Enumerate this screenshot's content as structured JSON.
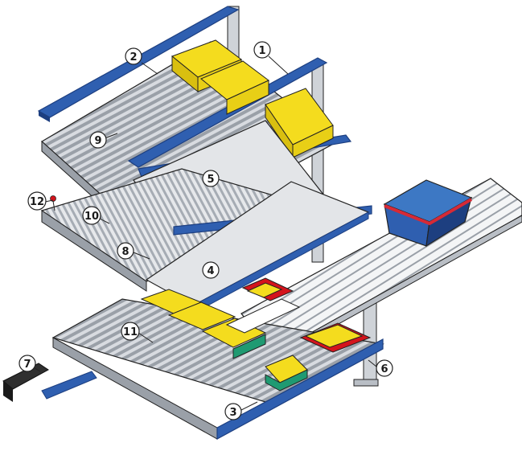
{
  "colors": {
    "frame_blue": "#2f5fb0",
    "frame_blue_dark": "#1d3f80",
    "roller_gray": "#c9cdd3",
    "panel_gray": "#e3e5e8",
    "bin_yellow": "#f4dc1e",
    "bin_green": "#1f9a72",
    "bin_red": "#d4141c",
    "crate_blue": "#3d78c4",
    "crate_red": "#d62a36",
    "outline": "#222222",
    "background": "#ffffff"
  },
  "callouts": [
    {
      "id": "callout-1",
      "label": "1"
    },
    {
      "id": "callout-2",
      "label": "2"
    },
    {
      "id": "callout-3",
      "label": "3"
    },
    {
      "id": "callout-4",
      "label": "4"
    },
    {
      "id": "callout-5",
      "label": "5"
    },
    {
      "id": "callout-6",
      "label": "6"
    },
    {
      "id": "callout-7",
      "label": "7"
    },
    {
      "id": "callout-8",
      "label": "8"
    },
    {
      "id": "callout-9",
      "label": "9"
    },
    {
      "id": "callout-10",
      "label": "10"
    },
    {
      "id": "callout-11",
      "label": "11"
    },
    {
      "id": "callout-12",
      "label": "12"
    }
  ]
}
